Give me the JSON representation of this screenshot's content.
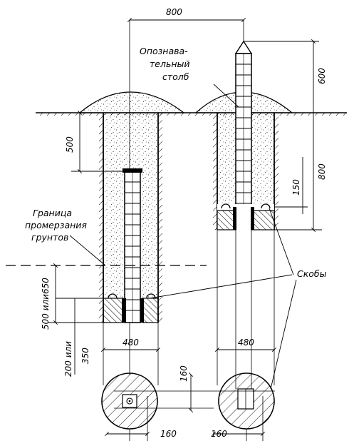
{
  "dimensions": {
    "pit_spacing": "800",
    "post_above_ground": "600",
    "depth_left_top": "500",
    "depth_right": "800",
    "brace_height": "150",
    "frost_depth": "500 или650",
    "bottom_depth": "200 или",
    "bottom_depth_2": "350",
    "base_width_left": "480",
    "base_width_right": "480",
    "plan_offset_vertical": "160",
    "plan_offset_left": "160",
    "plan_offset_right": "160"
  },
  "labels": {
    "identification_post": [
      "Опознава-",
      "тельный",
      "столб"
    ],
    "frost_boundary": [
      "Граница",
      "промерзания",
      "грунтов"
    ],
    "brackets": "Скобы"
  },
  "colors": {
    "ink": "#000000",
    "background": "#ffffff"
  }
}
